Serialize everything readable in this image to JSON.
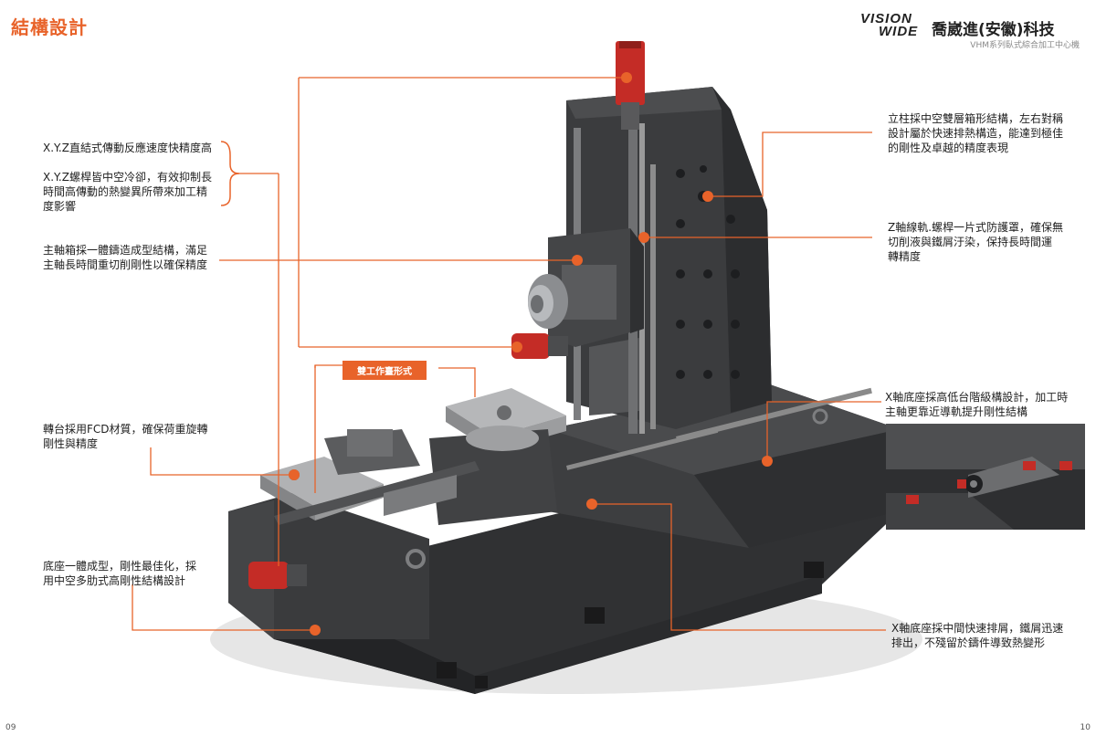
{
  "header": {
    "section_title": "結構設計",
    "logo_line1": "VISION",
    "logo_line2": "WIDE",
    "company_name": "喬崴進(安徽)科技",
    "series_subtitle": "VHM系列臥式綜合加工中心機"
  },
  "callouts": {
    "xyz_speed": "X.Y.Z直結式傳動反應速度快精度高",
    "xyz_cooling_l1": "X.Y.Z螺桿皆中空冷卻，有效抑制長",
    "xyz_cooling_l2": "時間高傳動的熱變異所帶來加工精",
    "xyz_cooling_l3": "度影響",
    "spindle_box_l1": "主軸箱採一體鑄造成型結構，滿足",
    "spindle_box_l2": "主軸長時間重切削剛性以確保精度",
    "dual_table_tag": "雙工作臺形式",
    "rotary_l1": "轉台採用FCD材質，確保荷重旋轉",
    "rotary_l2": "剛性與精度",
    "base_l1": "底座一體成型，剛性最佳化，採",
    "base_l2": "用中空多肋式高剛性結構設計",
    "column_l1": "立柱採中空雙層箱形結構，左右對稱",
    "column_l2": "設計屬於快速排熱構造，能達到極佳",
    "column_l3": "的剛性及卓越的精度表現",
    "zaxis_l1": "Z軸線軌.螺桿一片式防護罩，確保無",
    "zaxis_l2": "切削液與鐵屑汙染，保持長時間運",
    "zaxis_l3": "轉精度",
    "xbase_step_l1": "X軸底座採高低台階級構設計，加工時",
    "xbase_step_l2": "主軸更靠近導軌提升剛性結構",
    "xbase_chip_l1": "X軸底座採中間快速排屑，鐵屑迅速",
    "xbase_chip_l2": "排出，不殘留於鑄件導致熱變形"
  },
  "footer": {
    "page_left": "09",
    "page_right": "10"
  },
  "colors": {
    "accent": "#e8632a",
    "machine_dark": "#3a3b3d",
    "machine_red": "#c42c26"
  }
}
